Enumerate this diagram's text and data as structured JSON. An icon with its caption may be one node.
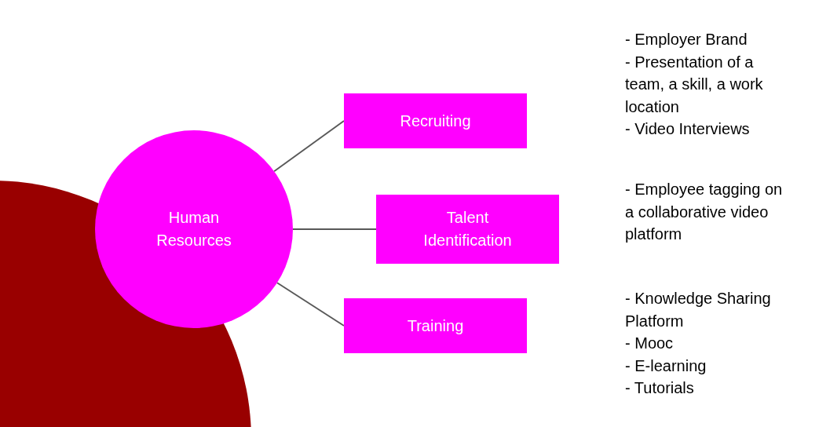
{
  "diagram": {
    "nodes": [
      {
        "text": [
          "Human Resources"
        ]
      },
      {
        "text": [
          "Recruiting"
        ]
      },
      {
        "text": [
          "Talent Identification"
        ]
      },
      {
        "text": [
          "Training"
        ]
      }
    ],
    "edges": [
      {
        "from": 0,
        "to": 1,
        "arrow": "none"
      },
      {
        "from": 0,
        "to": 2,
        "arrow": "none"
      },
      {
        "from": 0,
        "to": 3,
        "arrow": "none"
      }
    ],
    "labels": [
      "- Employer Brand",
      "- Presentation of a team, a skill, a work location",
      "- Video Interviews",
      "- Employee tagging on a collaborative video platform",
      "- Knowledge Sharing Platform",
      "- Mooc",
      "- E-learning",
      "- Tutorials"
    ]
  }
}
